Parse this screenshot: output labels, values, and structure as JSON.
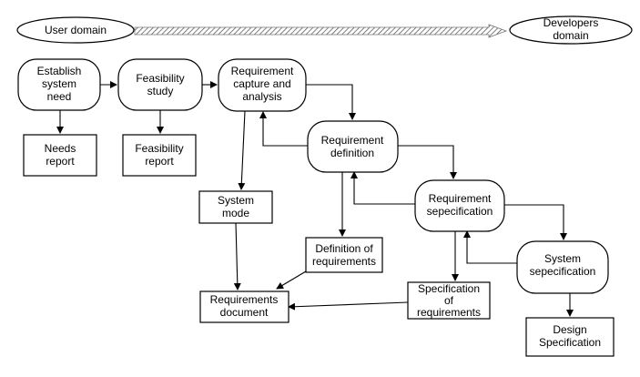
{
  "domains": {
    "user": "User domain",
    "developers": [
      "Developers",
      "domain"
    ]
  },
  "nodes": {
    "establish": [
      "Establish",
      "system",
      "need"
    ],
    "feasibility_study": [
      "Feasibility",
      "study"
    ],
    "req_capture": [
      "Requirement",
      "capture and",
      "analysis"
    ],
    "req_definition": [
      "Requirement",
      "definition"
    ],
    "req_specification": [
      "Requirement",
      "sepecification"
    ],
    "system_spec": [
      "System",
      "sepecification"
    ],
    "needs_report": [
      "Needs",
      "report"
    ],
    "feasibility_report": [
      "Feasibility",
      "report"
    ],
    "system_mode": [
      "System",
      "mode"
    ],
    "definition_of_req": [
      "Definition of",
      "requirements"
    ],
    "req_document": [
      "Requirements",
      "document"
    ],
    "spec_of_req": [
      "Specification",
      "of",
      "requirements"
    ],
    "design_spec": [
      "Design",
      "Specification"
    ]
  }
}
